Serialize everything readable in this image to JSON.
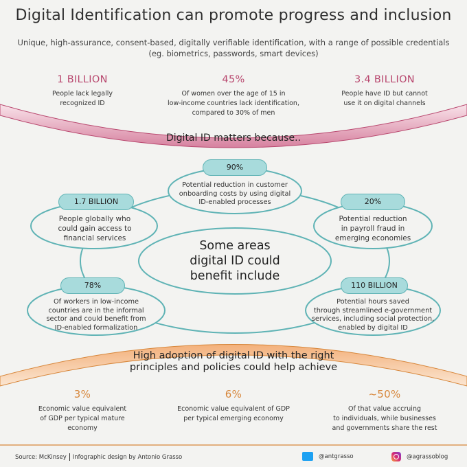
{
  "title": "Digital Identification can promote progress and inclusion",
  "subtitle_line1": "Unique, high-assurance, consent-based, digitally verifiable identification, with a range of possible credentials",
  "subtitle_line2": "(eg. biometrics, passwords, smart devices)",
  "top_stats": [
    {
      "value": "1 BILLION",
      "desc1": "People lack legally",
      "desc2": "recognized ID",
      "desc3": ""
    },
    {
      "value": "45%",
      "desc1": "Of women over the age of 15 in",
      "desc2": "low-income countries lack identification,",
      "desc3": "compared to 30% of men"
    },
    {
      "value": "3.4 BILLION",
      "desc1": "People have ID but cannot",
      "desc2": "use it on digital channels",
      "desc3": ""
    }
  ],
  "band_top_label": "Digital ID matters because..",
  "center_line1": "Some areas",
  "center_line2": "digital ID could",
  "center_line3": "benefit include",
  "nodes": [
    {
      "value": "90%",
      "lines": [
        "Potential reduction in customer",
        "onboarding costs by using digital",
        "ID-enabled processes"
      ]
    },
    {
      "value": "1.7 BILLION",
      "lines": [
        "People globally who",
        "could gain access to",
        "financial services"
      ]
    },
    {
      "value": "20%",
      "lines": [
        "Potential reduction",
        "in payroll fraud in",
        "emerging economies"
      ]
    },
    {
      "value": "78%",
      "lines": [
        "Of workers in low-income",
        "countries are in the informal",
        "sector and could benefit from",
        "ID-enabled formalization"
      ]
    },
    {
      "value": "110 BILLION",
      "lines": [
        "Potential hours saved",
        "through streamlined e-government",
        "services, including social protection,",
        "enabled by digital ID"
      ]
    }
  ],
  "band_bottom_line1": "High adoption of digital ID with the right",
  "band_bottom_line2": "principles and policies could help achieve",
  "bottom_stats": [
    {
      "value": "3%",
      "desc1": "Economic value equivalent",
      "desc2": "of GDP per typical mature",
      "desc3": "economy"
    },
    {
      "value": "6%",
      "desc1": "Economic value equivalent of GDP",
      "desc2": "per typical emerging economy",
      "desc3": ""
    },
    {
      "value": "~50%",
      "desc1": "Of that value accruing",
      "desc2": "to individuals, while businesses",
      "desc3": "and governments share the rest"
    }
  ],
  "footer": {
    "source": "Source: McKinsey",
    "design": "Infographic design by Antonio Grasso",
    "twitter": "@antgrasso",
    "instagram": "@agrassoblog"
  },
  "colors": {
    "pink": "#b8476e",
    "orange": "#d7863a",
    "teal": "#5fb3b5",
    "teal_fill": "#a8dbdc"
  }
}
